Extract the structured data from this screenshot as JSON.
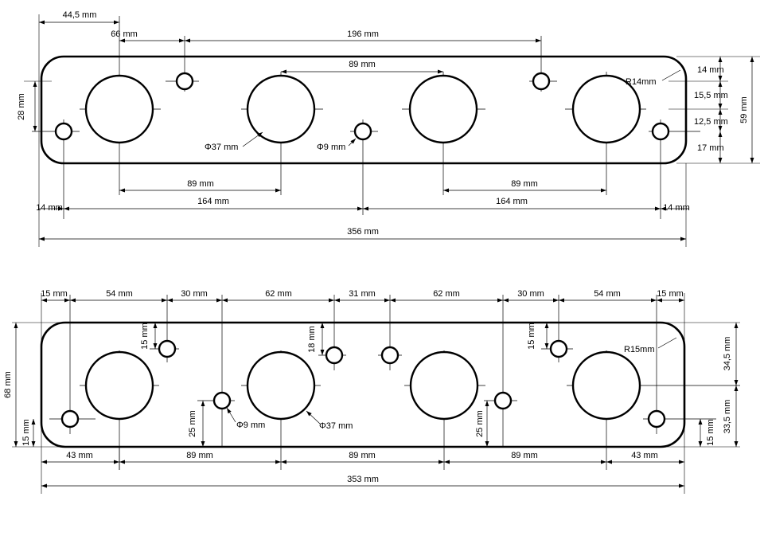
{
  "top": {
    "labels": {
      "d44_5": "44,5 mm",
      "d66": "66 mm",
      "d196": "196 mm",
      "d89_top": "89 mm",
      "r14": "R14mm",
      "d14_r": "14 mm",
      "d15_5": "15,5 mm",
      "d12_5": "12,5 mm",
      "d17": "17 mm",
      "d59": "59 mm",
      "d28": "28 mm",
      "phi37": "Φ37 mm",
      "phi9": "Φ9 mm",
      "d89_bl": "89 mm",
      "d89_br": "89 mm",
      "d14_bl": "14 mm",
      "d164_l": "164 mm",
      "d164_r": "164 mm",
      "d14_br": "14 mm",
      "d356": "356 mm"
    }
  },
  "bottom": {
    "labels": {
      "d15_tl": "15 mm",
      "d54_l": "54 mm",
      "d30_l": "30 mm",
      "d62_l": "62 mm",
      "d31": "31 mm",
      "d62_r": "62 mm",
      "d30_r": "30 mm",
      "d54_r": "54 mm",
      "d15_tr": "15 mm",
      "d68": "68 mm",
      "d15_lv": "15 mm",
      "v15_a": "15 mm",
      "v18": "18 mm",
      "v15_b": "15 mm",
      "r15": "R15mm",
      "d34_5": "34,5 mm",
      "d33_5": "33,5 mm",
      "d15_rv": "15 mm",
      "v25_a": "25 mm",
      "phi9": "Φ9 mm",
      "phi37": "Φ37 mm",
      "v25_b": "25 mm",
      "d43_l": "43 mm",
      "d89_1": "89 mm",
      "d89_2": "89 mm",
      "d89_3": "89 mm",
      "d43_r": "43 mm",
      "d353": "353 mm"
    }
  }
}
